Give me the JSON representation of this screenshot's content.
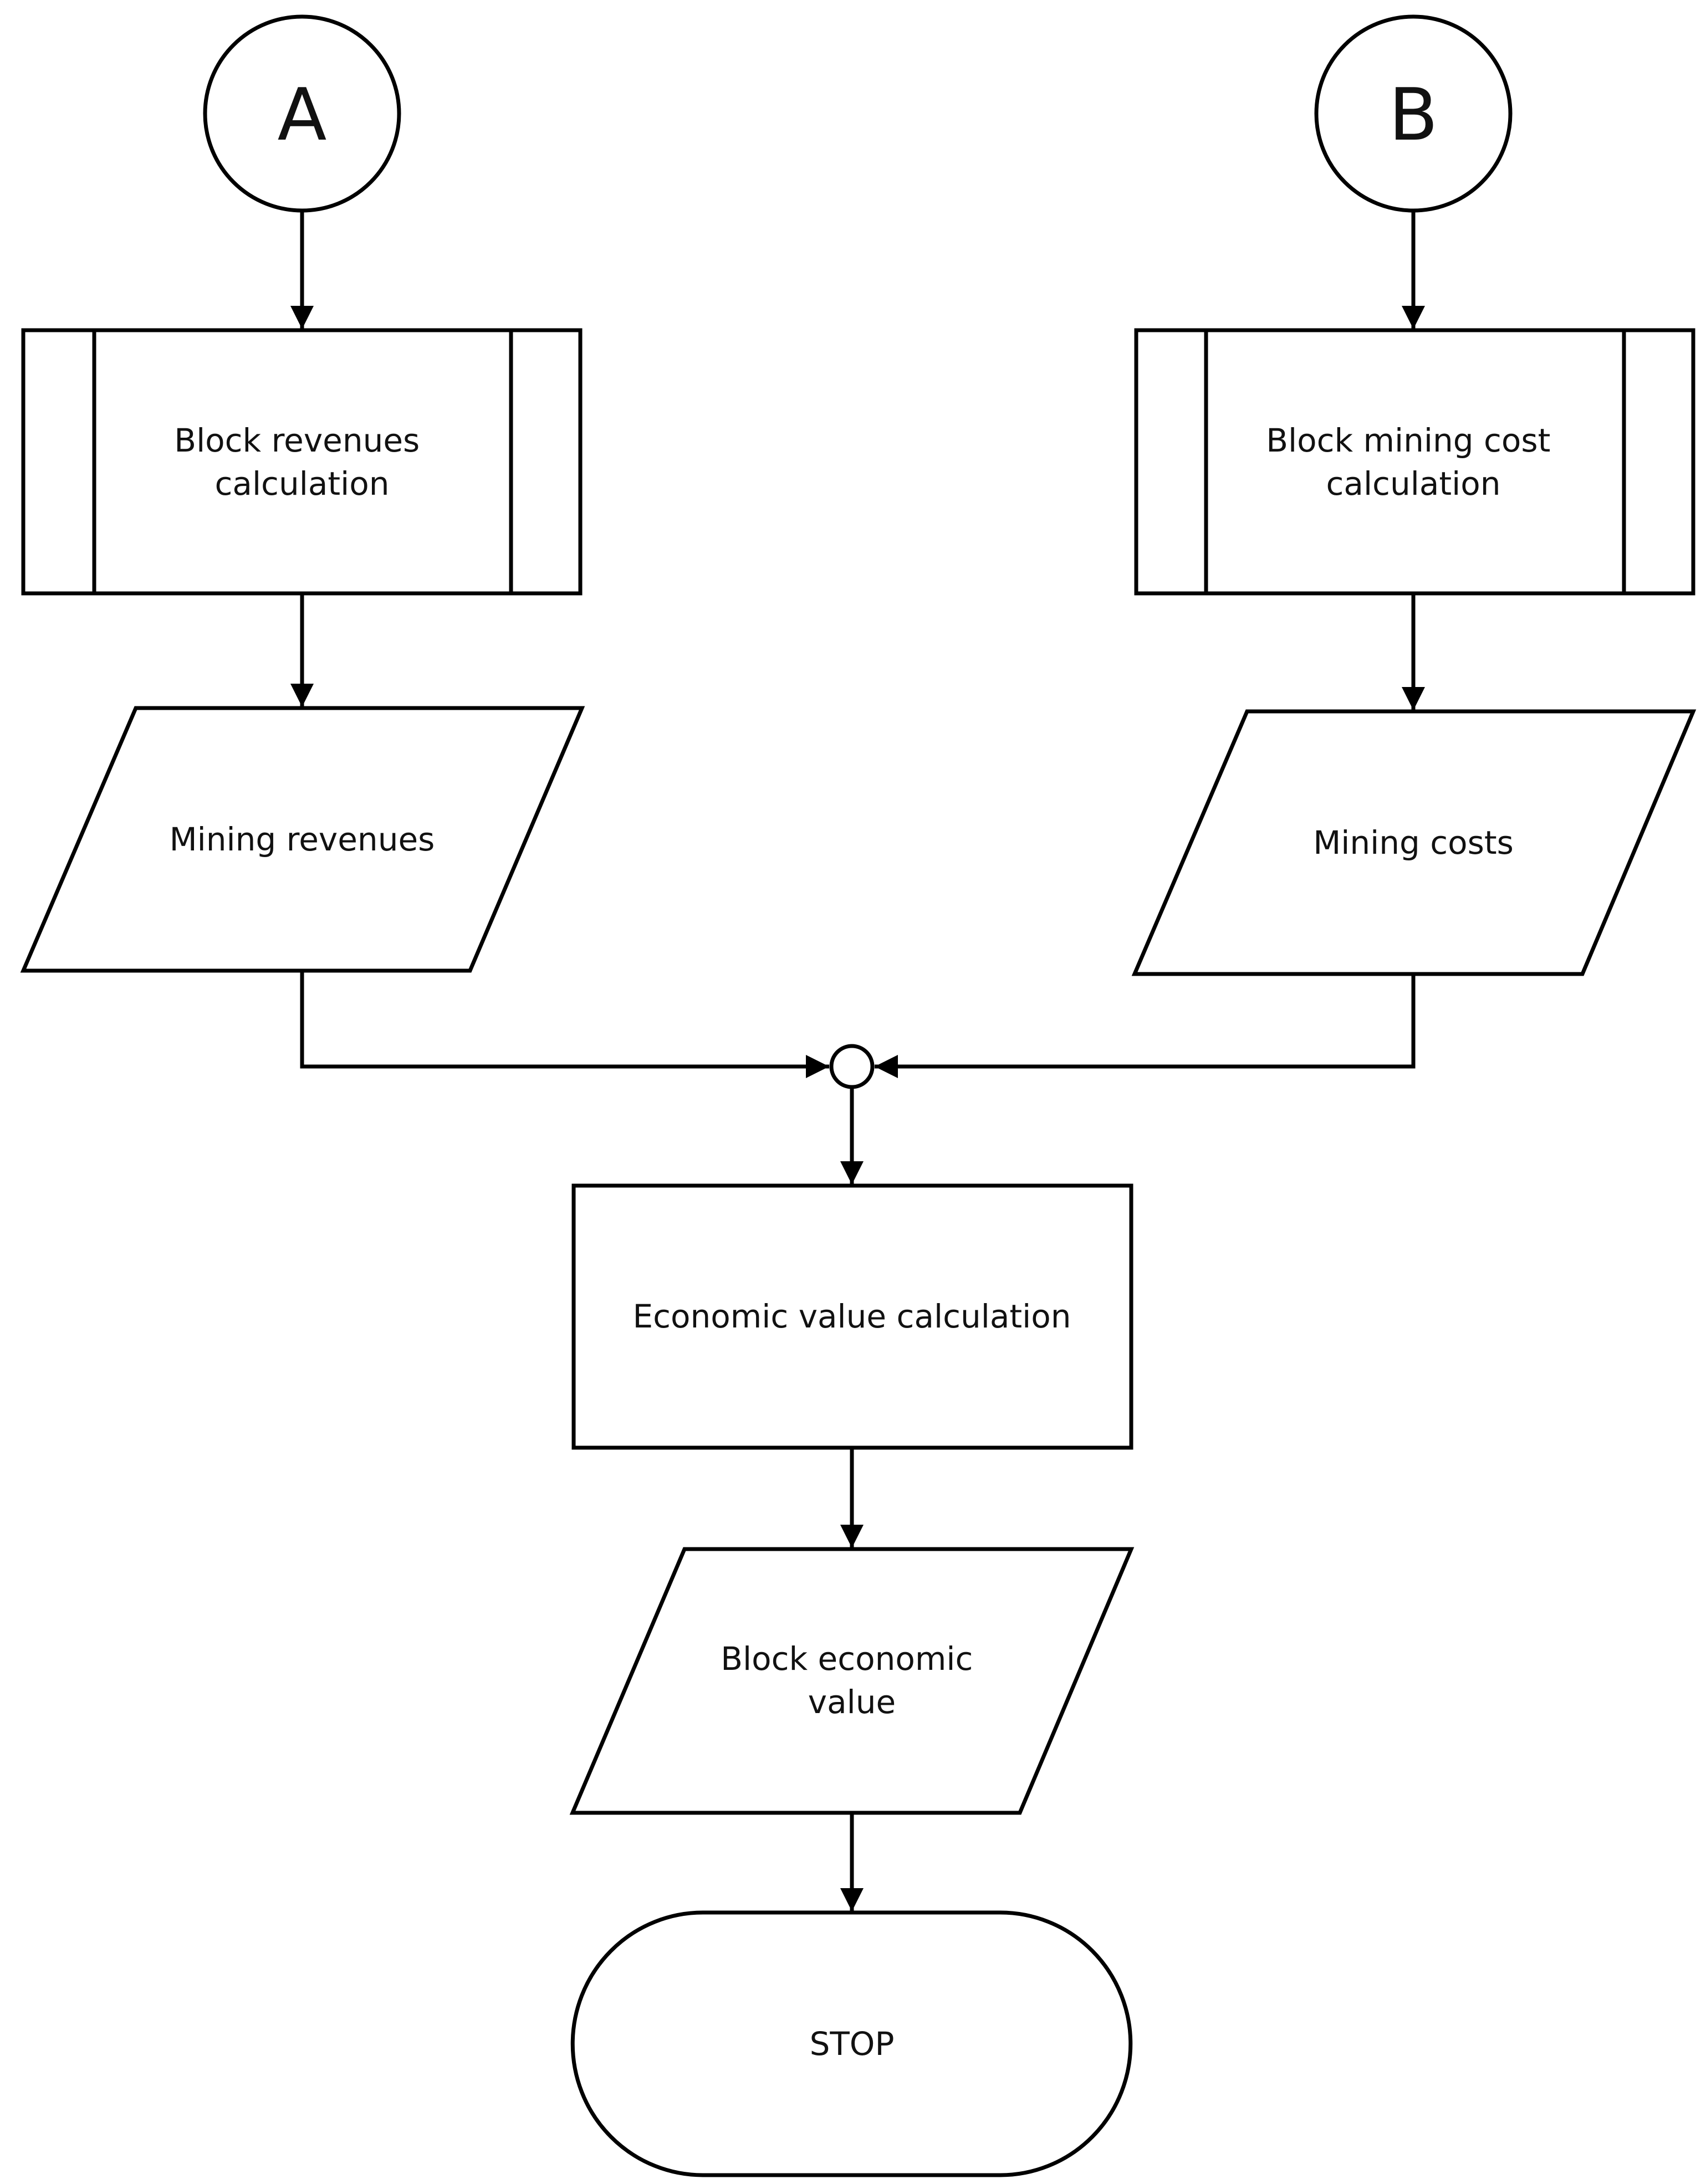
{
  "diagram": {
    "connector_a": "A",
    "connector_b": "B",
    "block_revenues": [
      "Block revenues",
      "calculation"
    ],
    "block_mining_cost": [
      "Block mining cost",
      "calculation"
    ],
    "mining_revenues": "Mining revenues",
    "mining_costs": "Mining costs",
    "economic_value_calculation": "Economic value calculation",
    "block_economic_value": [
      "Block economic",
      "value"
    ],
    "stop": "STOP"
  }
}
